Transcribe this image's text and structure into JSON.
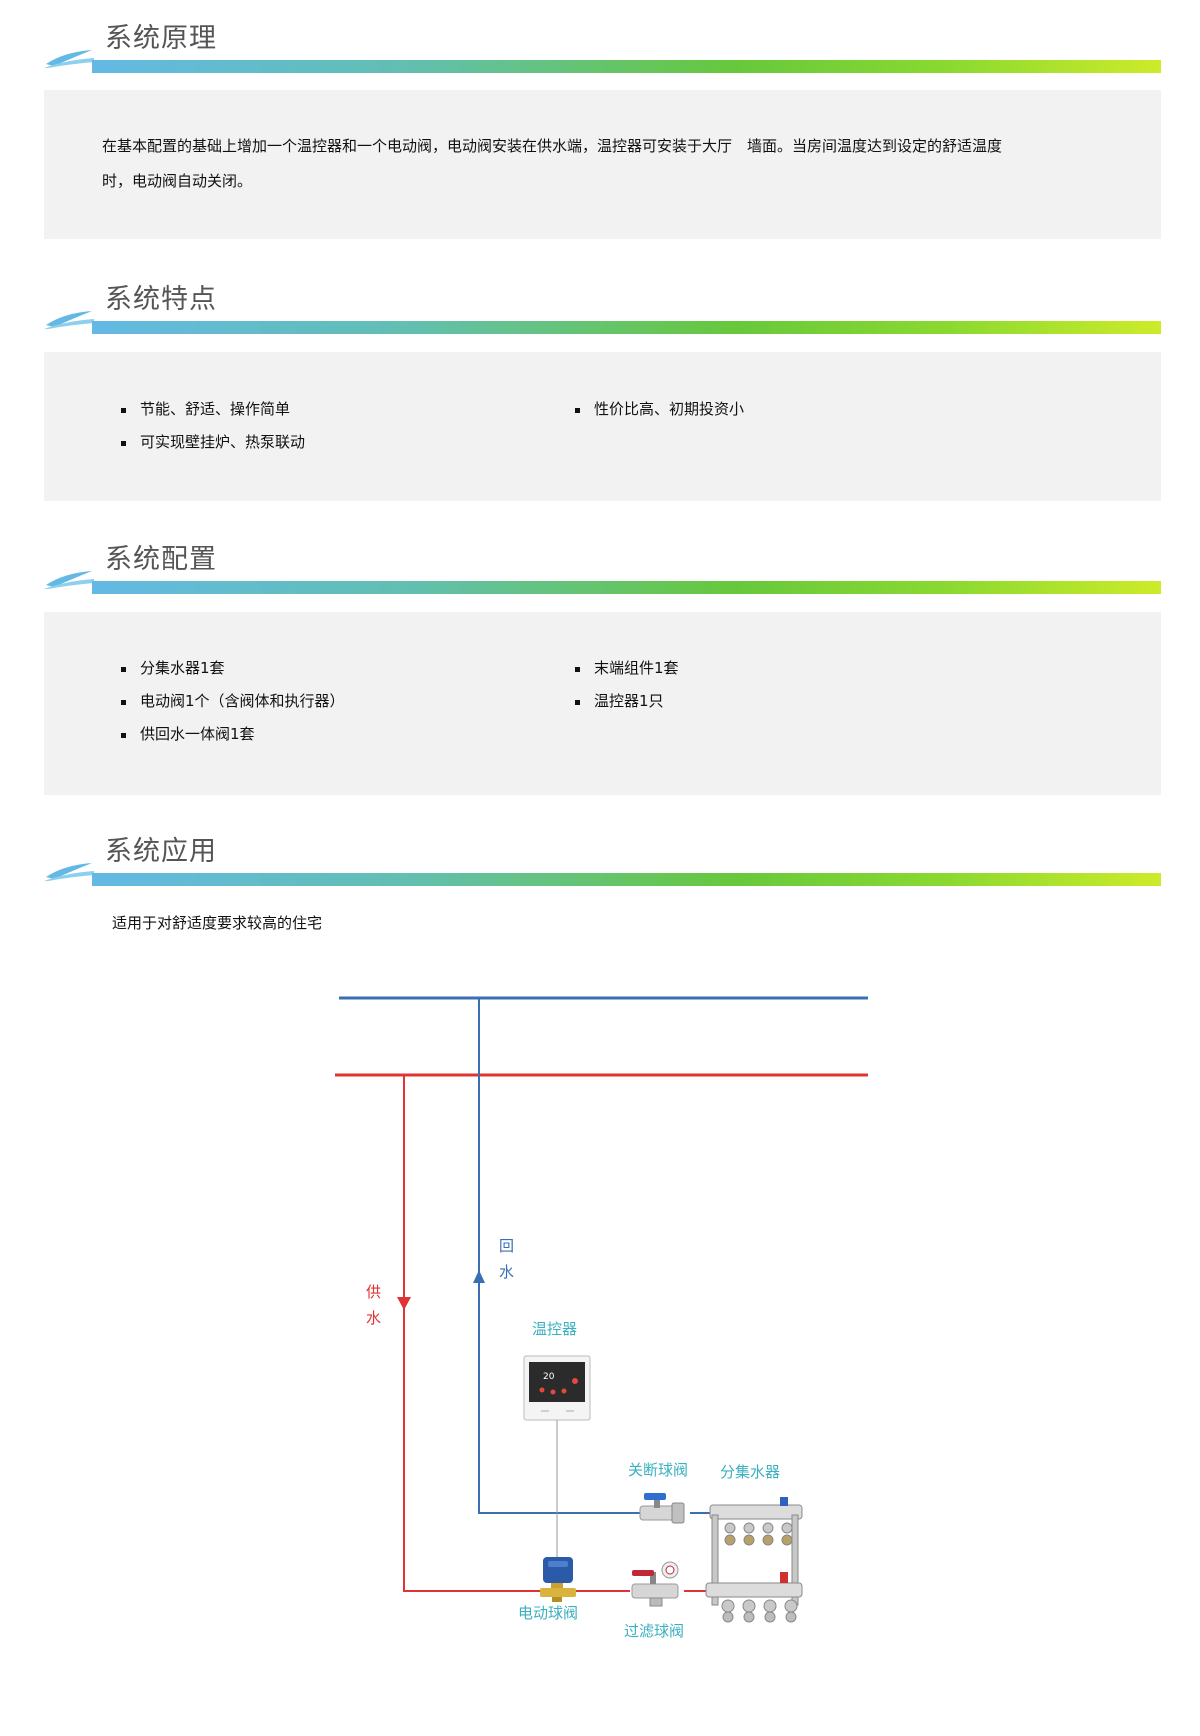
{
  "sections": [
    {
      "title": "系统原理"
    },
    {
      "title": "系统特点"
    },
    {
      "title": "系统配置"
    },
    {
      "title": "系统应用"
    }
  ],
  "principle": {
    "line1": "在基本配置的基础上增加一个温控器和一个电动阀，电动阀安装在供水端，温控器可安装于大厅　墙面。当房间温度达到设定的舒适温度",
    "line2": "时，电动阀自动关闭。"
  },
  "features": {
    "left": [
      "节能、舒适、操作简单",
      "可实现壁挂炉、热泵联动"
    ],
    "right": [
      "性价比高、初期投资小"
    ]
  },
  "config": {
    "left": [
      "分集水器1套",
      "电动阀1个（含阀体和执行器）",
      "供回水一体阀1套"
    ],
    "right": [
      "末端组件1套",
      "温控器1只"
    ]
  },
  "application": {
    "text": "适用于对舒适度要求较高的住宅"
  },
  "diagram": {
    "return_label_1": "回",
    "return_label_2": "水",
    "supply_label_1": "供",
    "supply_label_2": "水",
    "thermostat_label": "温控器",
    "shutoff_valve_label": "关断球阀",
    "manifold_label": "分集水器",
    "electric_valve_label": "电动球阀",
    "filter_valve_label": "过滤球阀",
    "thermostat_display": "20",
    "colors": {
      "return": "#3a6fb3",
      "supply": "#e03434",
      "label": "#3ab0c0"
    }
  }
}
